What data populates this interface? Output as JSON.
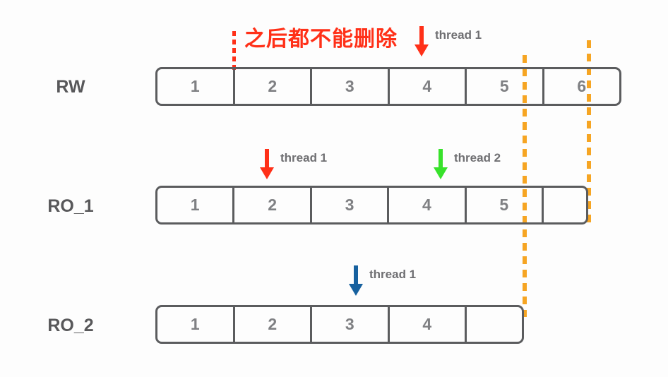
{
  "annotation": {
    "text": "之后都不能删除",
    "color": "#ff3018"
  },
  "rows": {
    "rw": {
      "label": "RW",
      "cells": [
        "1",
        "2",
        "3",
        "4",
        "5",
        "6"
      ],
      "trailing_empty_cells": 0
    },
    "ro1": {
      "label": "RO_1",
      "cells": [
        "1",
        "2",
        "3",
        "4",
        "5"
      ],
      "trailing_empty_cells": 1
    },
    "ro2": {
      "label": "RO_2",
      "cells": [
        "1",
        "2",
        "3",
        "4"
      ],
      "trailing_empty_cells": 1
    }
  },
  "arrows": {
    "rw_thread1": {
      "label": "thread 1",
      "color": "#ff3018",
      "target_row": "RW",
      "target_cell": "4"
    },
    "ro1_thread1": {
      "label": "thread 1",
      "color": "#ff3018",
      "target_row": "RO_1",
      "target_cell": "2"
    },
    "ro1_thread2": {
      "label": "thread 2",
      "color": "#38e22b",
      "target_row": "RO_1",
      "target_cell": "4"
    },
    "ro2_thread1": {
      "label": "thread 1",
      "color": "#17619f",
      "target_row": "RO_2",
      "target_cell": "3"
    }
  },
  "colors": {
    "red": "#ff3018",
    "orange": "#f6a523",
    "green": "#38e22b",
    "blue": "#17619f",
    "box_border": "#5b5c5e",
    "cell_number": "#7f8083",
    "row_label": "#58585a",
    "thread_label": "#6f6f72",
    "background": "#fdfdfd"
  }
}
